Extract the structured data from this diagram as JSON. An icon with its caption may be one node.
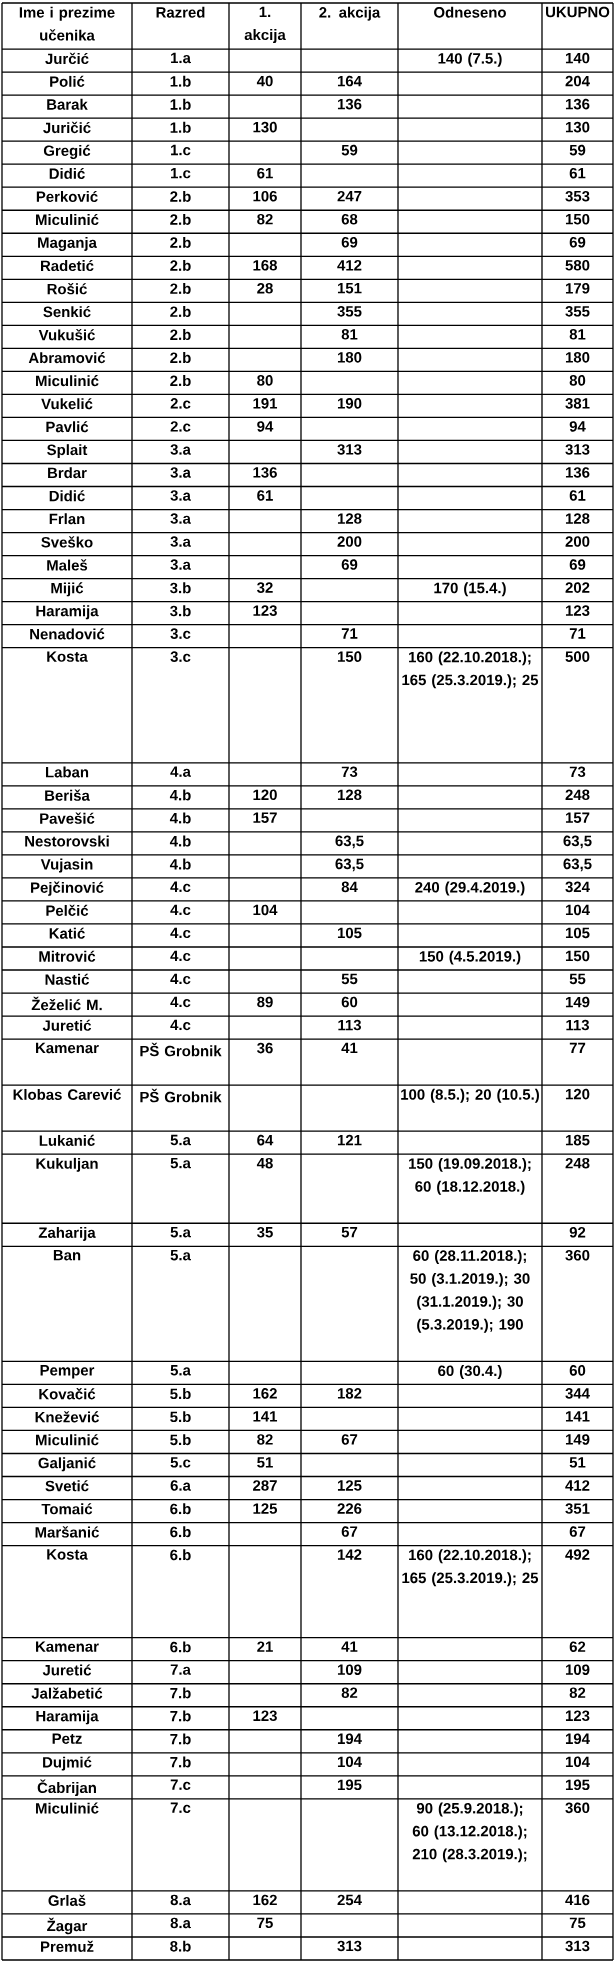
{
  "diagram": {
    "labels": [
      "Ime i prezime učenika",
      "Razred",
      "1. akcija",
      "2. akcija",
      "Odneseno",
      "UKUPNO",
      "Jurčić",
      "1.a",
      "140 (7.5.)",
      "140",
      "Polić",
      "1.b",
      "40",
      "164",
      "204",
      "Barak",
      "1.b",
      "136",
      "136",
      "Juričić",
      "1.b",
      "130",
      "130",
      "Gregić",
      "1.c",
      "59",
      "59",
      "Didić",
      "1.c",
      "61",
      "61",
      "Perković",
      "2.b",
      "106",
      "247",
      "353",
      "Miculinić",
      "2.b",
      "82",
      "68",
      "150",
      "Maganja",
      "2.b",
      "69",
      "69",
      "Radetić",
      "2.b",
      "168",
      "412",
      "580",
      "Rošić",
      "2.b",
      "28",
      "151",
      "179",
      "Senkić",
      "2.b",
      "355",
      "355",
      "Vukušić",
      "2.b",
      "81",
      "81",
      "Abramović",
      "2.b",
      "180",
      "180",
      "Miculinić",
      "2.b",
      "80",
      "80",
      "Vukelić",
      "2.c",
      "191",
      "190",
      "381",
      "Pavlić",
      "2.c",
      "94",
      "94",
      "Splait",
      "3.a",
      "313",
      "313",
      "Brdar",
      "3.a",
      "136",
      "136",
      "Didić",
      "3.a",
      "61",
      "61",
      "Frlan",
      "3.a",
      "128",
      "128",
      "Sveško",
      "3.a",
      "200",
      "200",
      "Maleš",
      "3.a",
      "69",
      "69",
      "Mijić",
      "3.b",
      "32",
      "170 (15.4.)",
      "202",
      "Haramija",
      "3.b",
      "123",
      "123",
      "Nenadović",
      "3.c",
      "71",
      "71",
      "Kosta",
      "3.c",
      "150",
      "160 (22.10.2018.); 165 (25.3.2019.); 25",
      "500",
      "Laban",
      "4.a",
      "73",
      "73",
      "Beriša",
      "4.b",
      "120",
      "128",
      "248",
      "Pavešić",
      "4.b",
      "157",
      "157",
      "Nestorovski",
      "4.b",
      "63,5",
      "63,5",
      "Vujasin",
      "4.b",
      "63,5",
      "63,5",
      "Pejčinović",
      "4.c",
      "84",
      "240 (29.4.2019.)",
      "324",
      "Pelčić",
      "4.c",
      "104",
      "104",
      "Katić",
      "4.c",
      "105",
      "105",
      "Mitrović",
      "4.c",
      "150 (4.5.2019.)",
      "150",
      "Nastić",
      "4.c",
      "55",
      "55",
      "Žeželić M.",
      "4.c",
      "89",
      "60",
      "149",
      "Juretić",
      "4.c",
      "113",
      "113",
      "Kamenar",
      "PŠ Grobnik",
      "36",
      "41",
      "77",
      "Klobas Carević",
      "PŠ Grobnik",
      "100 (8.5.); 20 (10.5.)",
      "120",
      "Lukanić",
      "5.a",
      "64",
      "121",
      "185",
      "Kukuljan",
      "5.a",
      "48",
      "150 (19.09.2018.); 60 (18.12.2018.)",
      "248",
      "Zaharija",
      "5.a",
      "35",
      "57",
      "92",
      "Ban",
      "5.a",
      "60 (28.11.2018.); 50 (3.1.2019.); 30 (31.1.2019.); 30 (5.3.2019.); 190",
      "360",
      "Pemper",
      "5.a",
      "60 (30.4.)",
      "60",
      "Kovačić",
      "5.b",
      "162",
      "182",
      "344",
      "Knežević",
      "5.b",
      "141",
      "141",
      "Miculinić",
      "5.b",
      "82",
      "67",
      "149",
      "Galjanić",
      "5.c",
      "51",
      "51",
      "Svetić",
      "6.a",
      "287",
      "125",
      "412",
      "Tomaić",
      "6.b",
      "125",
      "226",
      "351",
      "Maršanić",
      "6.b",
      "67",
      "67",
      "Kosta",
      "6.b",
      "142",
      "160 (22.10.2018.); 165 (25.3.2019.); 25",
      "492",
      "Kamenar",
      "6.b",
      "21",
      "41",
      "62",
      "Juretić",
      "7.a",
      "109",
      "109",
      "Jalžabetić",
      "7.b",
      "82",
      "82",
      "Haramija",
      "7.b",
      "123",
      "123",
      "Petz",
      "7.b",
      "194",
      "194",
      "Dujmić",
      "7.b",
      "104",
      "104",
      "Čabrijan",
      "7.c",
      "195",
      "195",
      "Miculinić",
      "7.c",
      "90 (25.9.2018.); 60 (13.12.2018.); 210 (28.3.2019.);",
      "360",
      "Grlaš",
      "8.a",
      "162",
      "254",
      "416",
      "Žagar",
      "8.a",
      "75",
      "75",
      "Premuž",
      "8.b",
      "313",
      "313"
    ]
  }
}
